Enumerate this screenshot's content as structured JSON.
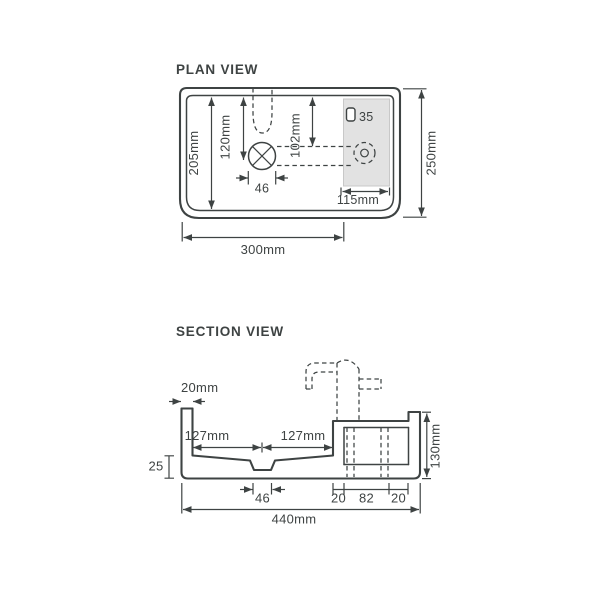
{
  "colors": {
    "line": "#3e4343",
    "deck_fill": "#e2e2e2",
    "background": "#ffffff"
  },
  "plan": {
    "title": "PLAN VIEW",
    "labels": {
      "bowl_depth": "205mm",
      "tap_offset": "120mm",
      "link_offset": "102mm",
      "tap_hole": "35",
      "waste_diameter": "46",
      "deck_width": "115mm",
      "overall_depth": "250mm",
      "bowl_width": "300mm"
    }
  },
  "section": {
    "title": "SECTION VIEW",
    "labels": {
      "wall_thickness": "20mm",
      "left_to_waste": "127mm",
      "waste_to_wall": "127mm",
      "base_thickness": "25",
      "waste_width": "46",
      "seg_left": "20",
      "seg_middle": "82",
      "seg_right": "20",
      "overall_width": "440mm",
      "overall_height": "130mm"
    }
  }
}
